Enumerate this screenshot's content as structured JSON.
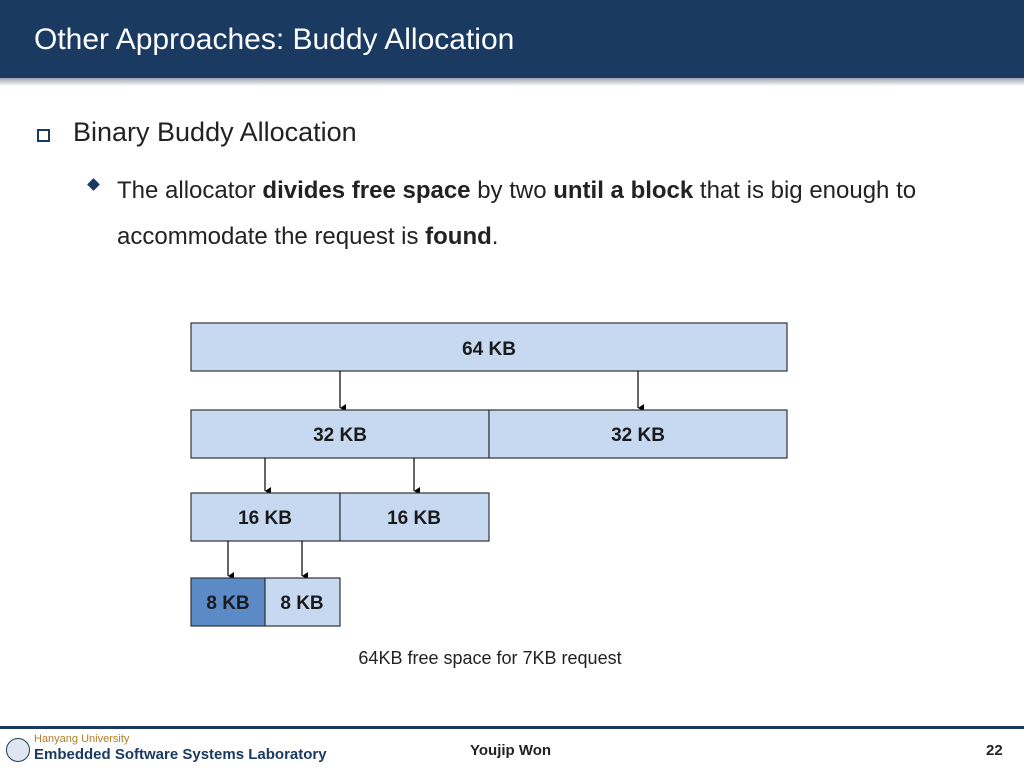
{
  "slide": {
    "title": "Other Approaches: Buddy Allocation",
    "bullet_level1": "Binary Buddy Allocation",
    "bullet_level2": {
      "part1": "The allocator ",
      "bold1": "divides free space",
      "part2": " by two ",
      "bold2": "until a block",
      "part3": " that is big enough to accommodate the request is ",
      "bold3": "found",
      "part4": "."
    }
  },
  "diagram": {
    "block_64": "64 KB",
    "block_32_left": "32 KB",
    "block_32_right": "32 KB",
    "block_16_left": "16 KB",
    "block_16_right": "16 KB",
    "block_8_left": "8 KB",
    "block_8_right": "8 KB",
    "caption": "64KB free space for 7KB request",
    "colors": {
      "block_fill": "#c6d9f1",
      "allocated_fill": "#5b8ac6",
      "border": "#333333"
    }
  },
  "footer": {
    "university": "Hanyang University",
    "lab": "Embedded Software Systems Laboratory",
    "author": "Youjip Won",
    "page": "22"
  }
}
